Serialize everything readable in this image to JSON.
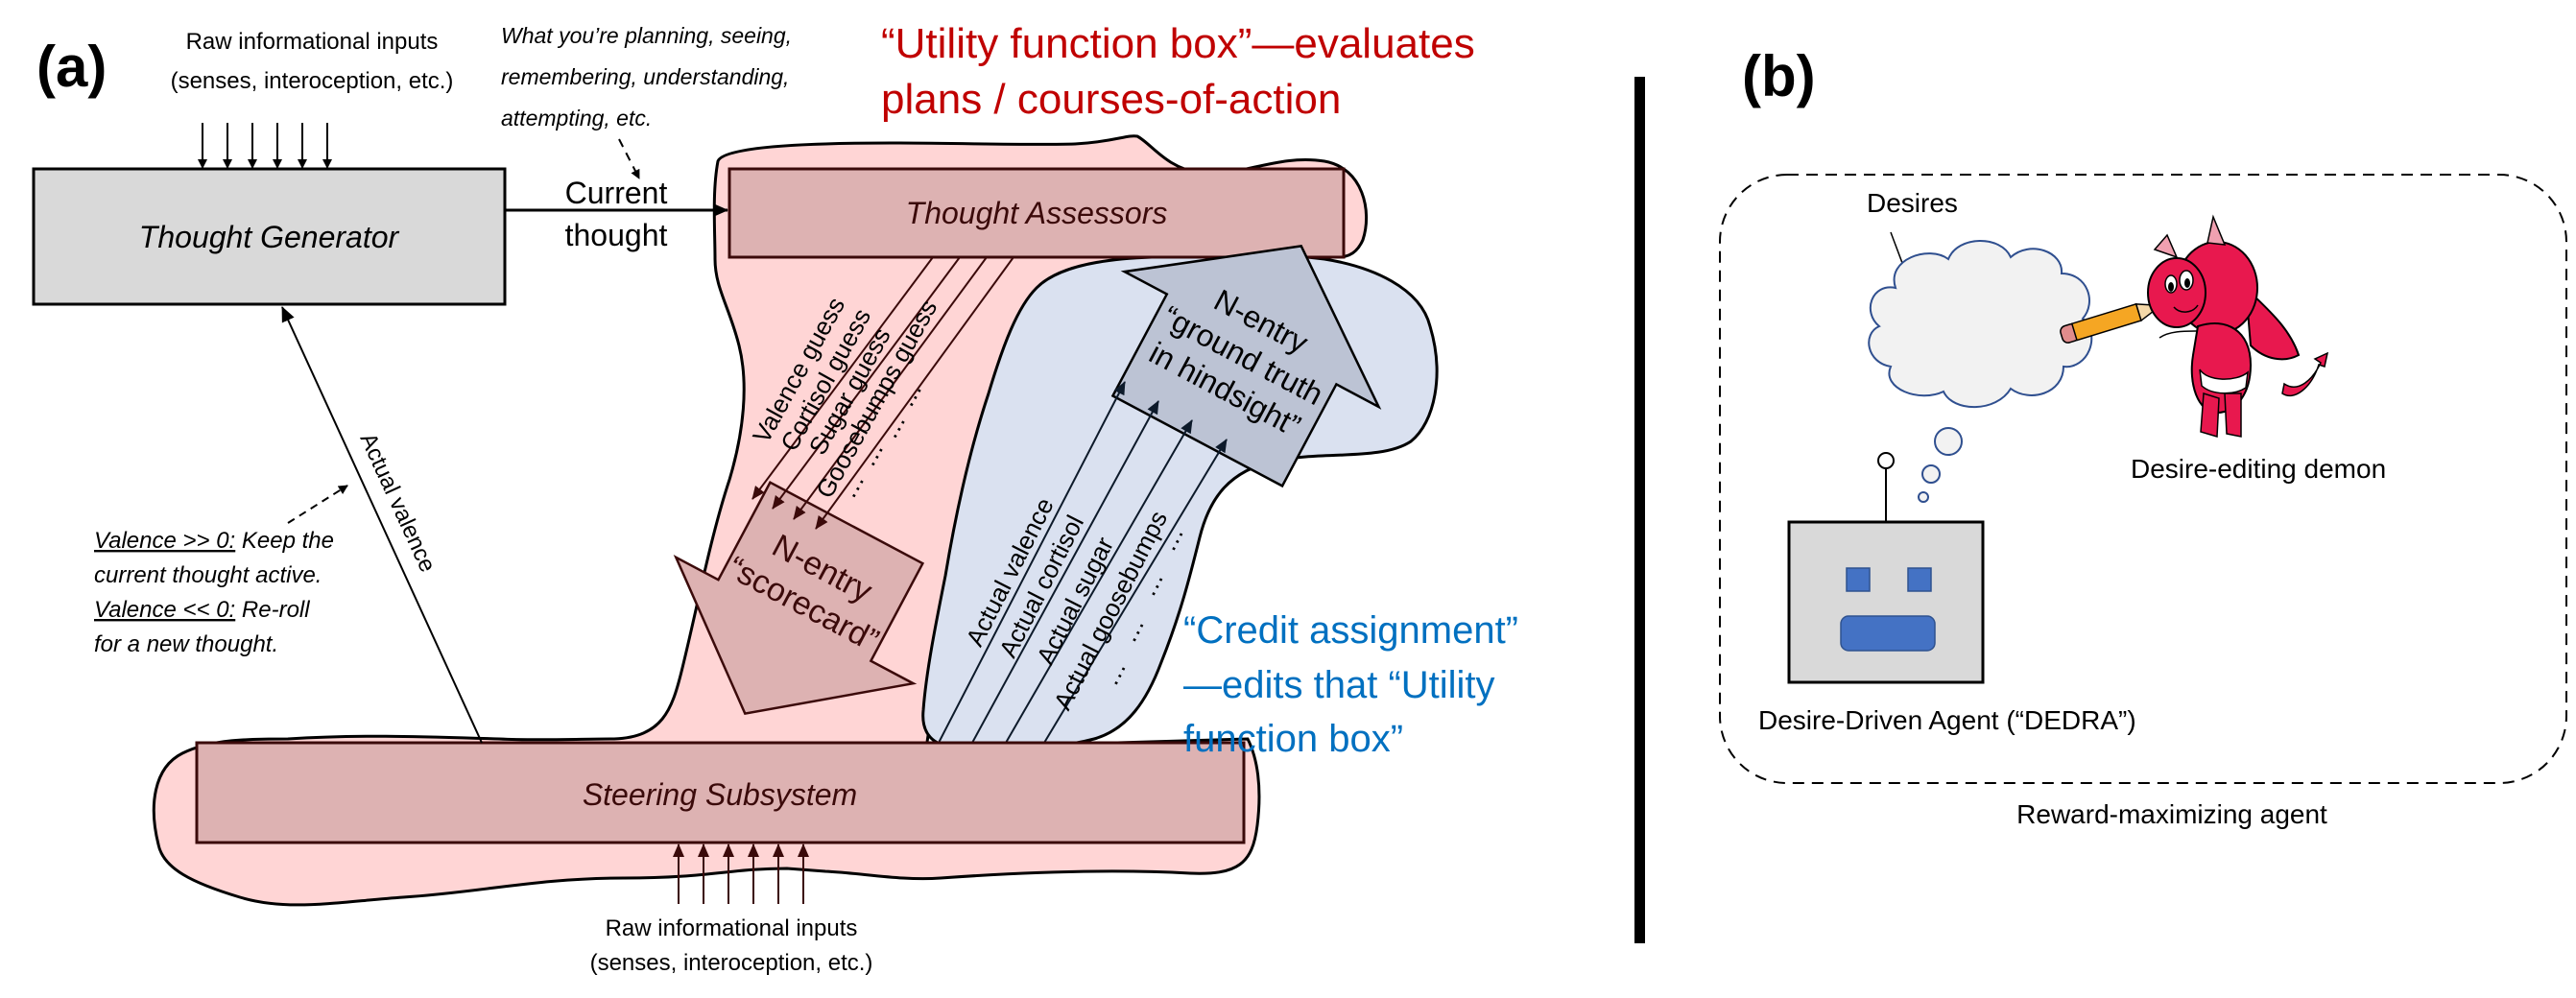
{
  "panel_a": {
    "label": "(a)",
    "top_inputs": {
      "line1": "Raw informational inputs",
      "line2": "(senses, interoception, etc.)"
    },
    "thought_generator": "Thought Generator",
    "current_thought": {
      "line1": "Current",
      "line2": "thought"
    },
    "current_thought_note": {
      "line1": "What you’re planning, seeing,",
      "line2": "remembering, understanding,",
      "line3": "attempting, etc."
    },
    "utility_title": {
      "line1": "“Utility function box”—evaluates",
      "line2": "plans / courses-of-action",
      "color": "#C00000"
    },
    "thought_assessors": "Thought Assessors",
    "guess_labels": [
      "Valence guess",
      "Cortisol guess",
      "Sugar guess",
      "Goosebumps guess",
      "…",
      "…",
      "…",
      "…"
    ],
    "scorecard": {
      "line1": "N-entry",
      "line2": "“scorecard”"
    },
    "ground_truth": {
      "line1": "N-entry",
      "line2": "“ground truth",
      "line3": "in hindsight”"
    },
    "actual_labels": [
      "Actual valence",
      "Actual cortisol",
      "Actual sugar",
      "Actual goosebumps",
      "…",
      "…",
      "…",
      "…"
    ],
    "actual_valence": "Actual valence",
    "valence_note": {
      "hi_key": "Valence >> 0:",
      "hi_text": " Keep the",
      "line2": "current thought active.",
      "lo_key": "Valence << 0:",
      "lo_text": " Re-roll",
      "line4": "for a new thought."
    },
    "credit_assignment": {
      "line1": "“Credit assignment”",
      "line2": "—edits that “Utility",
      "line3": "function box”",
      "color": "#0070C0"
    },
    "steering_subsystem": "Steering Subsystem",
    "bottom_inputs": {
      "line1": "Raw informational inputs",
      "line2": "(senses, interoception, etc.)"
    }
  },
  "panel_b": {
    "label": "(b)",
    "desires": "Desires",
    "demon": "Desire-editing demon",
    "agent": "Desire-Driven Agent (“DEDRA”)",
    "outer": "Reward-maximizing agent"
  },
  "colors": {
    "utility_blob": "#FFD5D5",
    "box_fill": "#DDB2B2",
    "box_border": "#3B0A0A",
    "credit_blob": "#DAE1F0",
    "ground_truth_fill": "#BCC3D4",
    "generator_fill": "#D9D9D9",
    "robot_feature": "#4472C4",
    "demon_red": "#E8184E"
  }
}
